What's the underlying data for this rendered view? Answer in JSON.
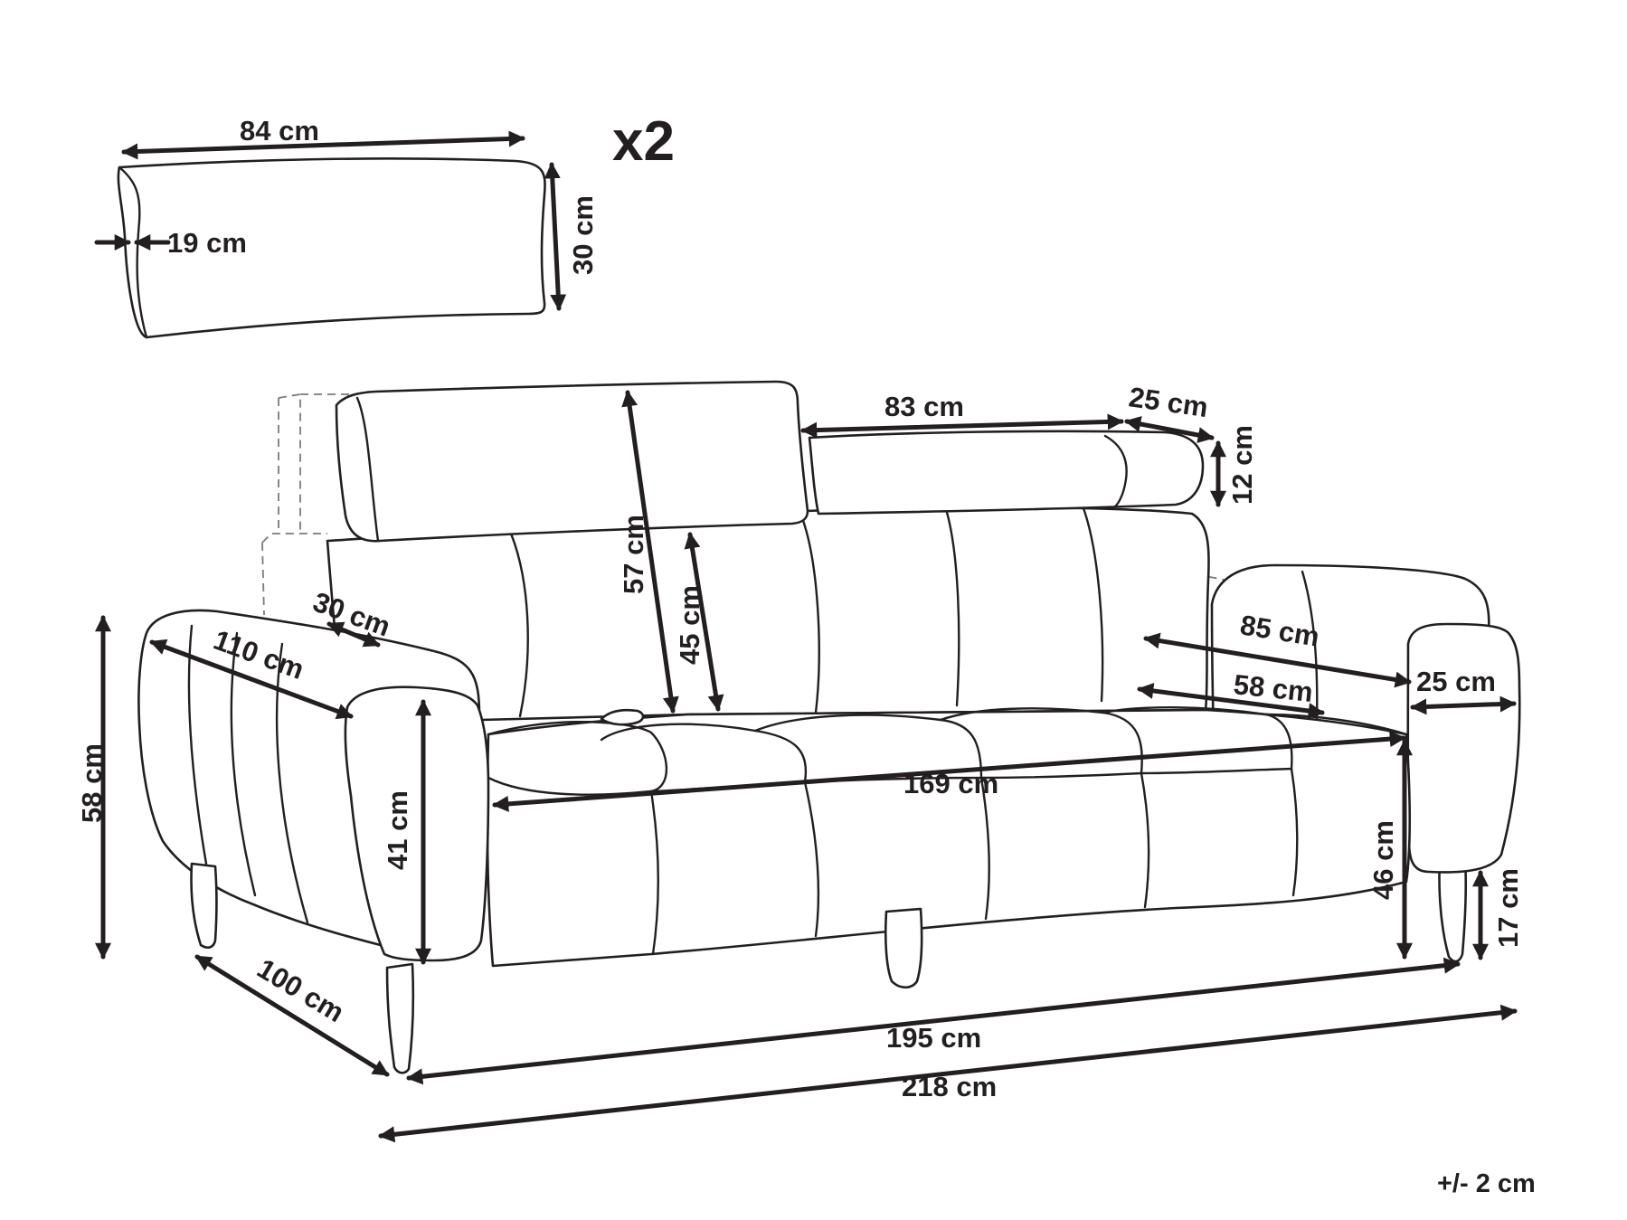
{
  "cushion": {
    "length": "84 cm",
    "depth": "19 cm",
    "height": "30 cm",
    "quantity": "x2"
  },
  "sofa": {
    "headrest_height_max": "57 cm",
    "backrest_height": "45 cm",
    "headrest_width": "83 cm",
    "headrest_depth": "25 cm",
    "headrest_thickness": "12 cm",
    "armrest_inner_width": "30 cm",
    "armrest_length": "110 cm",
    "total_height": "58 cm",
    "armrest_height": "41 cm",
    "total_depth": "100 cm",
    "seat_depth": "85 cm",
    "seat_depth_inner": "58 cm",
    "armrest_width": "25 cm",
    "seat_width": "169 cm",
    "seat_height": "46 cm",
    "leg_height": "17 cm",
    "base_width": "195 cm",
    "total_width": "218 cm"
  },
  "tolerance": "+/- 2 cm"
}
